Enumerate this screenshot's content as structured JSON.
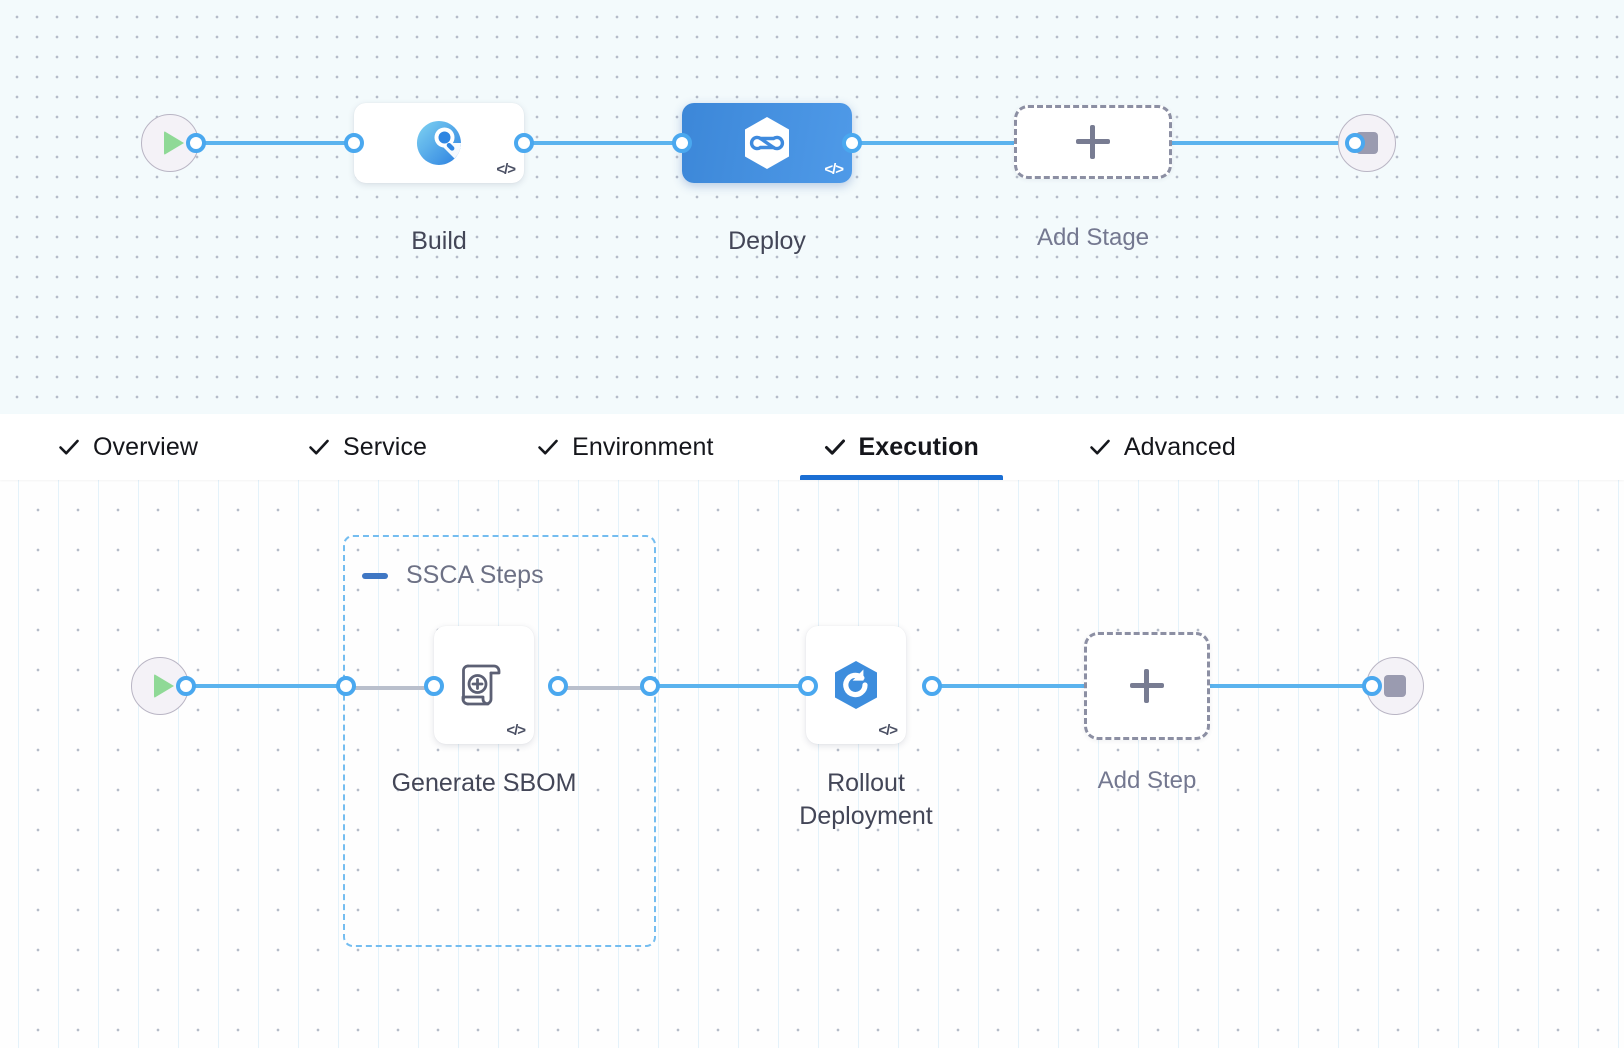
{
  "theme": {
    "accent_blue": "#1b6fd4",
    "edge_blue": "#5bb3ee",
    "port_blue": "#4aa8ef",
    "deploy_gradient_from": "#3c87d8",
    "deploy_gradient_to": "#4f9ae8",
    "group_dash": "#74bdf0",
    "placeholder_dash": "#8c8fa3",
    "canvas_top_bg": "#f3fafc",
    "canvas_bottom_bg": "#fefefe",
    "label_text": "#434657",
    "muted_text": "#747890"
  },
  "stage_graph": {
    "start_node": {
      "name": "start",
      "icon": "play-icon"
    },
    "end_node": {
      "name": "end",
      "icon": "stop-icon"
    },
    "nodes": [
      {
        "label": "Build",
        "icon": "build-ci-icon",
        "code_badge": "</>",
        "selected": false
      },
      {
        "label": "Deploy",
        "icon": "deploy-cd-hexagon-icon",
        "code_badge": "</>",
        "selected": true
      }
    ],
    "add_placeholder": {
      "label": "Add Stage",
      "icon": "plus-icon"
    }
  },
  "tabs": {
    "items": [
      {
        "label": "Overview",
        "checked": true,
        "active": false
      },
      {
        "label": "Service",
        "checked": true,
        "active": false
      },
      {
        "label": "Environment",
        "checked": true,
        "active": false
      },
      {
        "label": "Execution",
        "checked": true,
        "active": true
      },
      {
        "label": "Advanced",
        "checked": true,
        "active": false
      }
    ]
  },
  "step_graph": {
    "start_node": {
      "name": "start",
      "icon": "play-icon"
    },
    "end_node": {
      "name": "end",
      "icon": "stop-icon"
    },
    "group": {
      "title": "SSCA Steps",
      "collapse_icon": "minus-icon",
      "expanded": true
    },
    "nodes": [
      {
        "label": "Generate SBOM",
        "icon": "sbom-scroll-plus-icon",
        "code_badge": "</>",
        "in_group": true
      },
      {
        "label": "Rollout\nDeployment",
        "icon": "rollout-hexagon-arrow-icon",
        "code_badge": "</>",
        "in_group": false
      }
    ],
    "add_placeholder": {
      "label": "Add Step",
      "icon": "plus-icon"
    }
  }
}
